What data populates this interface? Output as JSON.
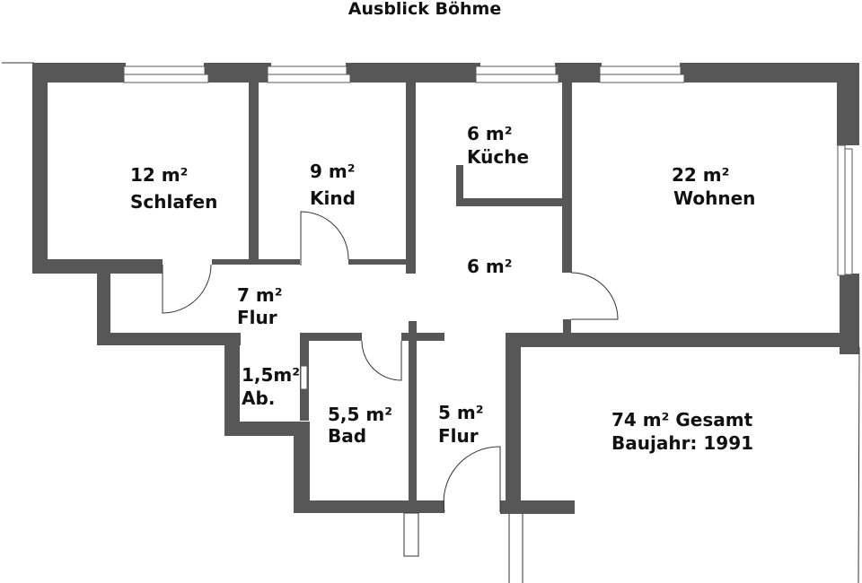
{
  "title": "Ausblick Böhme",
  "rooms": [
    {
      "id": "schlafen",
      "area": "12 m²",
      "name": "Schlafen"
    },
    {
      "id": "kind",
      "area": "9 m²",
      "name": "Kind"
    },
    {
      "id": "kueche",
      "area": "6 m²",
      "name": "Küche"
    },
    {
      "id": "wohnen",
      "area": "22 m²",
      "name": "Wohnen"
    },
    {
      "id": "flur-center",
      "area": "6 m²",
      "name": ""
    },
    {
      "id": "flur-7",
      "area": "7 m²",
      "name": "Flur"
    },
    {
      "id": "abstell",
      "area": "1,5m²",
      "name": "Ab."
    },
    {
      "id": "bad",
      "area": "5,5 m²",
      "name": "Bad"
    },
    {
      "id": "flur-5",
      "area": "5 m²",
      "name": "Flur"
    }
  ],
  "summary": {
    "total": "74 m² Gesamt",
    "year": "Baujahr: 1991"
  }
}
